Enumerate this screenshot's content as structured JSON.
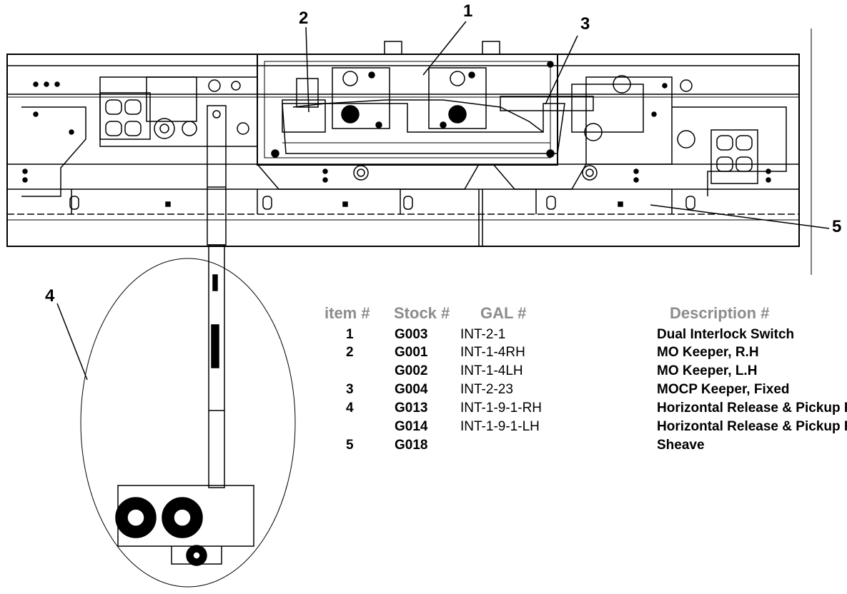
{
  "callouts": [
    "1",
    "2",
    "3",
    "4",
    "5"
  ],
  "table": {
    "headers": {
      "item": "item #",
      "stock": "Stock #",
      "gal": "GAL #",
      "description": "Description #"
    },
    "rows": [
      {
        "item": "1",
        "stock": "G003",
        "gal": "INT-2-1",
        "description": "Dual Interlock Switch"
      },
      {
        "item": "2",
        "stock": "G001",
        "gal": "INT-1-4RH",
        "description": "MO Keeper, R.H"
      },
      {
        "item": "",
        "stock": "G002",
        "gal": "INT-1-4LH",
        "description": "MO Keeper, L.H"
      },
      {
        "item": "3",
        "stock": "G004",
        "gal": "INT-2-23",
        "description": "MOCP Keeper, Fixed"
      },
      {
        "item": "4",
        "stock": "G013",
        "gal": "INT-1-9-1-RH",
        "description": "Horizontal Release & Pickup Roller, R.H"
      },
      {
        "item": "",
        "stock": "G014",
        "gal": "INT-1-9-1-LH",
        "description": "Horizontal Release & Pickup Roller, L.H"
      },
      {
        "item": "5",
        "stock": "G018",
        "gal": "",
        "description": "Sheave"
      }
    ]
  }
}
